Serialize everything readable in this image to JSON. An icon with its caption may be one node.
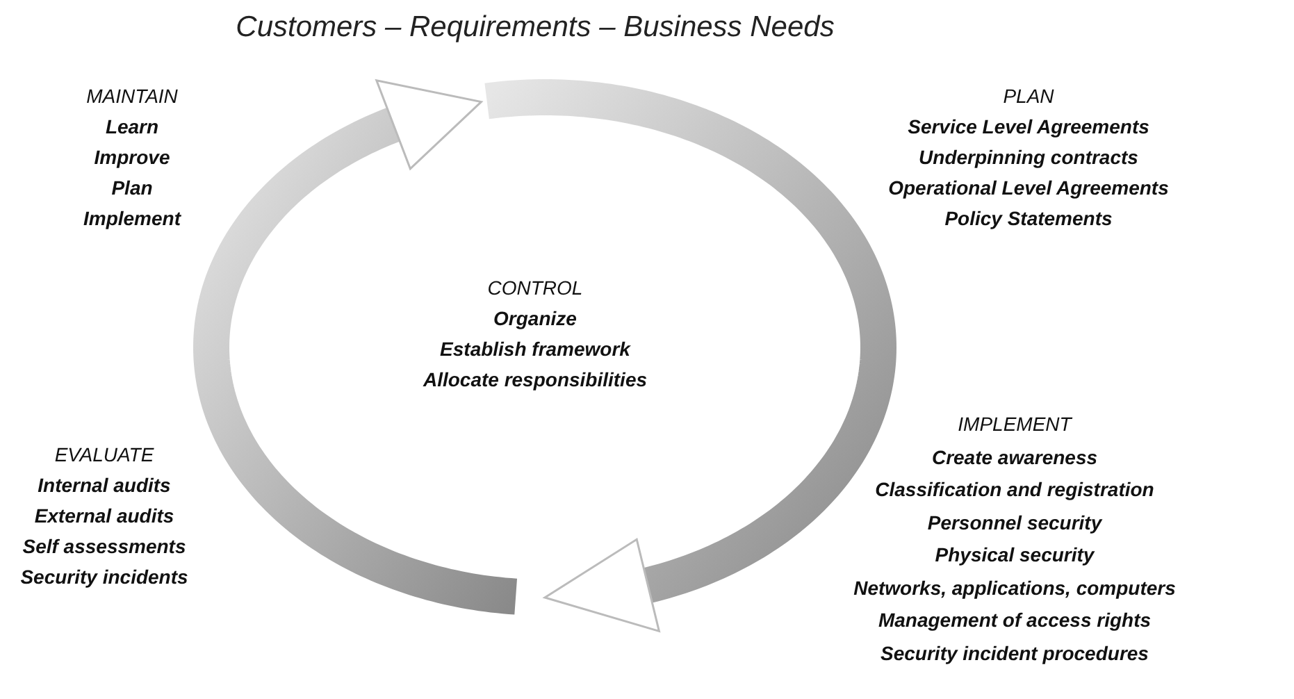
{
  "diagram": {
    "title": "Customers – Requirements – Business Needs",
    "labels": [
      "MAINTAIN",
      "Learn",
      "Improve",
      "Plan",
      "Implement",
      "PLAN",
      "Service Level Agreements",
      "Underpinning contracts",
      "Operational Level Agreements",
      "Policy Statements",
      "CONTROL",
      "Organize",
      "Establish framework",
      "Allocate responsibilities",
      "EVALUATE",
      "Internal audits",
      "External audits",
      "Self assessments",
      "Security incidents",
      "IMPLEMENT",
      "Create awareness",
      "Classification and registration",
      "Personnel security",
      "Physical security",
      "Networks, applications, computers",
      "Management of access rights",
      "Security incident procedures"
    ]
  }
}
